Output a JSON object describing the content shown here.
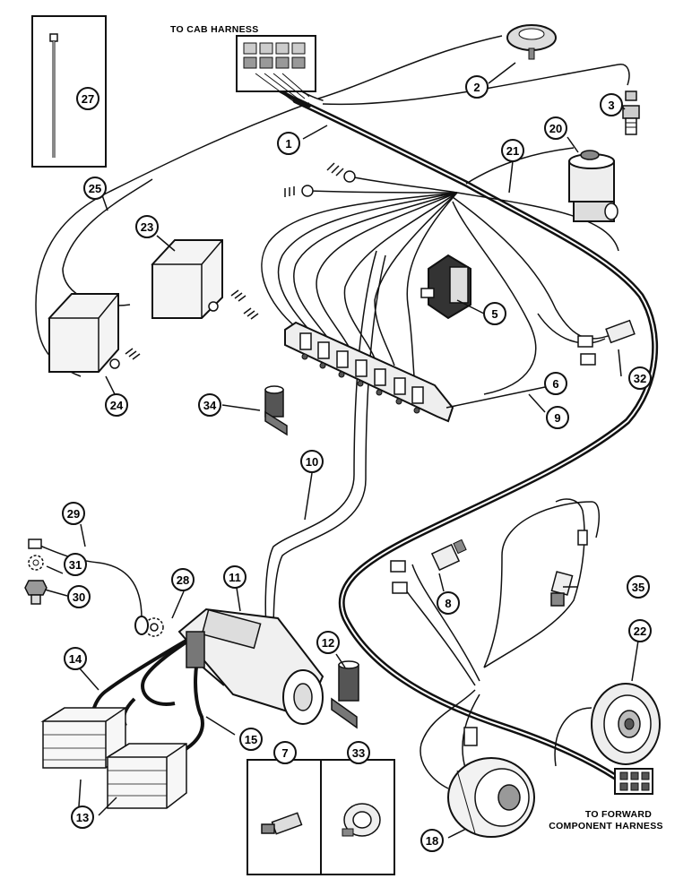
{
  "labels": {
    "cab_harness": "TO CAB HARNESS",
    "forward_line1": "TO FORWARD",
    "forward_line2": "COMPONENT HARNESS"
  },
  "callouts": {
    "c1": "1",
    "c2": "2",
    "c3": "3",
    "c5": "5",
    "c6": "6",
    "c7": "7",
    "c8": "8",
    "c9": "9",
    "c10": "10",
    "c11": "11",
    "c12": "12",
    "c13": "13",
    "c14": "14",
    "c15": "15",
    "c18": "18",
    "c20": "20",
    "c21": "21",
    "c22": "22",
    "c23": "23",
    "c24": "24",
    "c25": "25",
    "c27": "27",
    "c28": "28",
    "c29": "29",
    "c30": "30",
    "c31": "31",
    "c32": "32",
    "c33": "33",
    "c34": "34",
    "c35": "35"
  },
  "colors": {
    "ink": "#111111",
    "paper": "#ffffff",
    "shade": "#d9d9d9"
  }
}
